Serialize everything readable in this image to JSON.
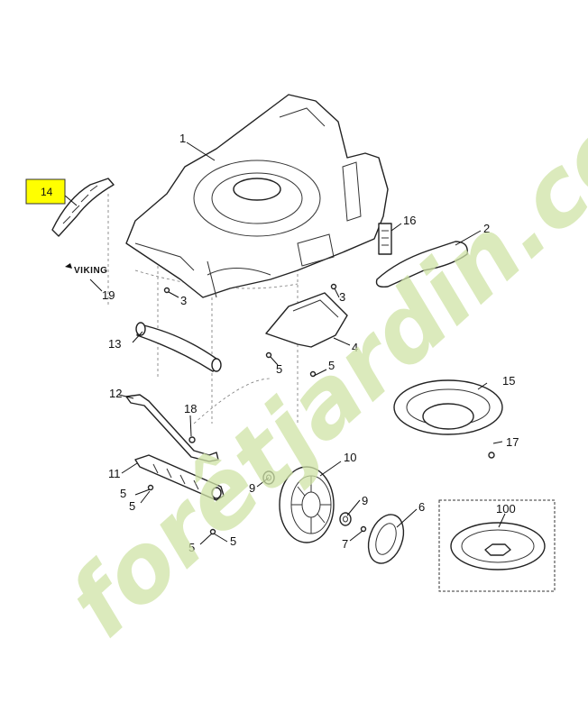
{
  "diagram": {
    "brand_logo_text": "VIKING",
    "watermark_text": "forêtjardin.com",
    "highlight_color": "#ffff00",
    "watermark_color": "#cfe3a6",
    "highlighted_part": "14",
    "labels": {
      "p1": "1",
      "p2": "2",
      "p3a": "3",
      "p3b": "3",
      "p4": "4",
      "p5a": "5",
      "p5b": "5",
      "p5c": "5",
      "p5d": "5",
      "p5e": "5",
      "p5f": "5",
      "p6": "6",
      "p7": "7",
      "p9a": "9",
      "p9b": "9",
      "p10": "10",
      "p11": "11",
      "p12": "12",
      "p13": "13",
      "p14": "14",
      "p15": "15",
      "p16": "16",
      "p17": "17",
      "p18": "18",
      "p19": "19",
      "p100": "100"
    }
  }
}
